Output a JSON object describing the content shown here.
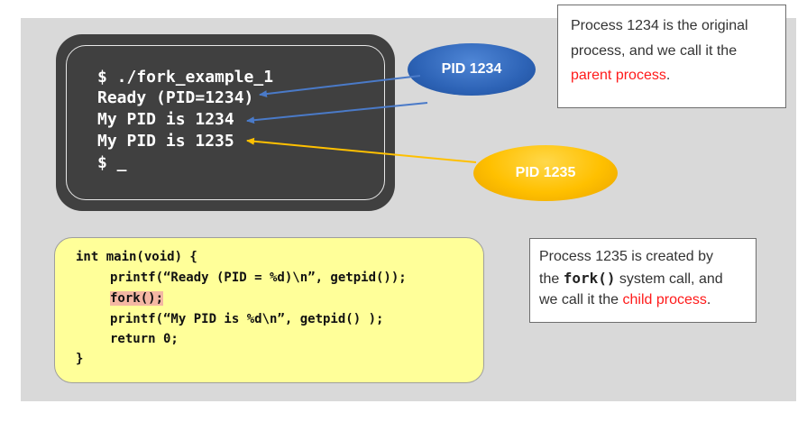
{
  "terminal": {
    "lines": [
      "$ ./fork_example_1",
      "Ready (PID=1234)",
      "My PID is 1234",
      "My PID is 1235",
      "$ _"
    ]
  },
  "bubbles": {
    "parent": "PID 1234",
    "child": "PID 1235"
  },
  "colors": {
    "parent_arrow": "#4a7ac8",
    "child_arrow": "#ffc000",
    "highlight": "#ff1a1a"
  },
  "note_parent": {
    "line1": "Process 1234 is the original",
    "line2": "process, and we call it the",
    "emphasis": "parent process",
    "tail": "."
  },
  "note_child": {
    "line1": "Process 1235 is created by",
    "line2_pre": "the ",
    "code": "fork()",
    "line2_post": " system call, and",
    "line3_pre": "we call it the ",
    "emphasis": "child process",
    "tail": "."
  },
  "code": {
    "line1": "int main(void) {",
    "line2": "printf(“Ready (PID = %d)\\n”, getpid());",
    "line3": "fork();",
    "line4": "printf(“My PID is %d\\n”, getpid() );",
    "line5": "return 0;",
    "line6": "}"
  }
}
